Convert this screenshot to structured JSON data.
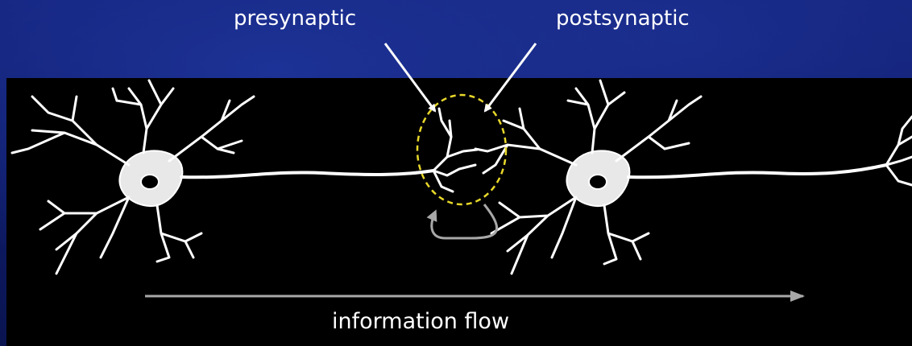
{
  "labels": {
    "presynaptic": "presynaptic",
    "postsynaptic": "postsynaptic",
    "information_flow": "information flow"
  },
  "colors": {
    "background": "#0d1a63",
    "panel": "#000000",
    "neuron": "#ffffff",
    "synapse_circle": "#e8d82a",
    "flow_arrow": "#a8a8a8"
  }
}
